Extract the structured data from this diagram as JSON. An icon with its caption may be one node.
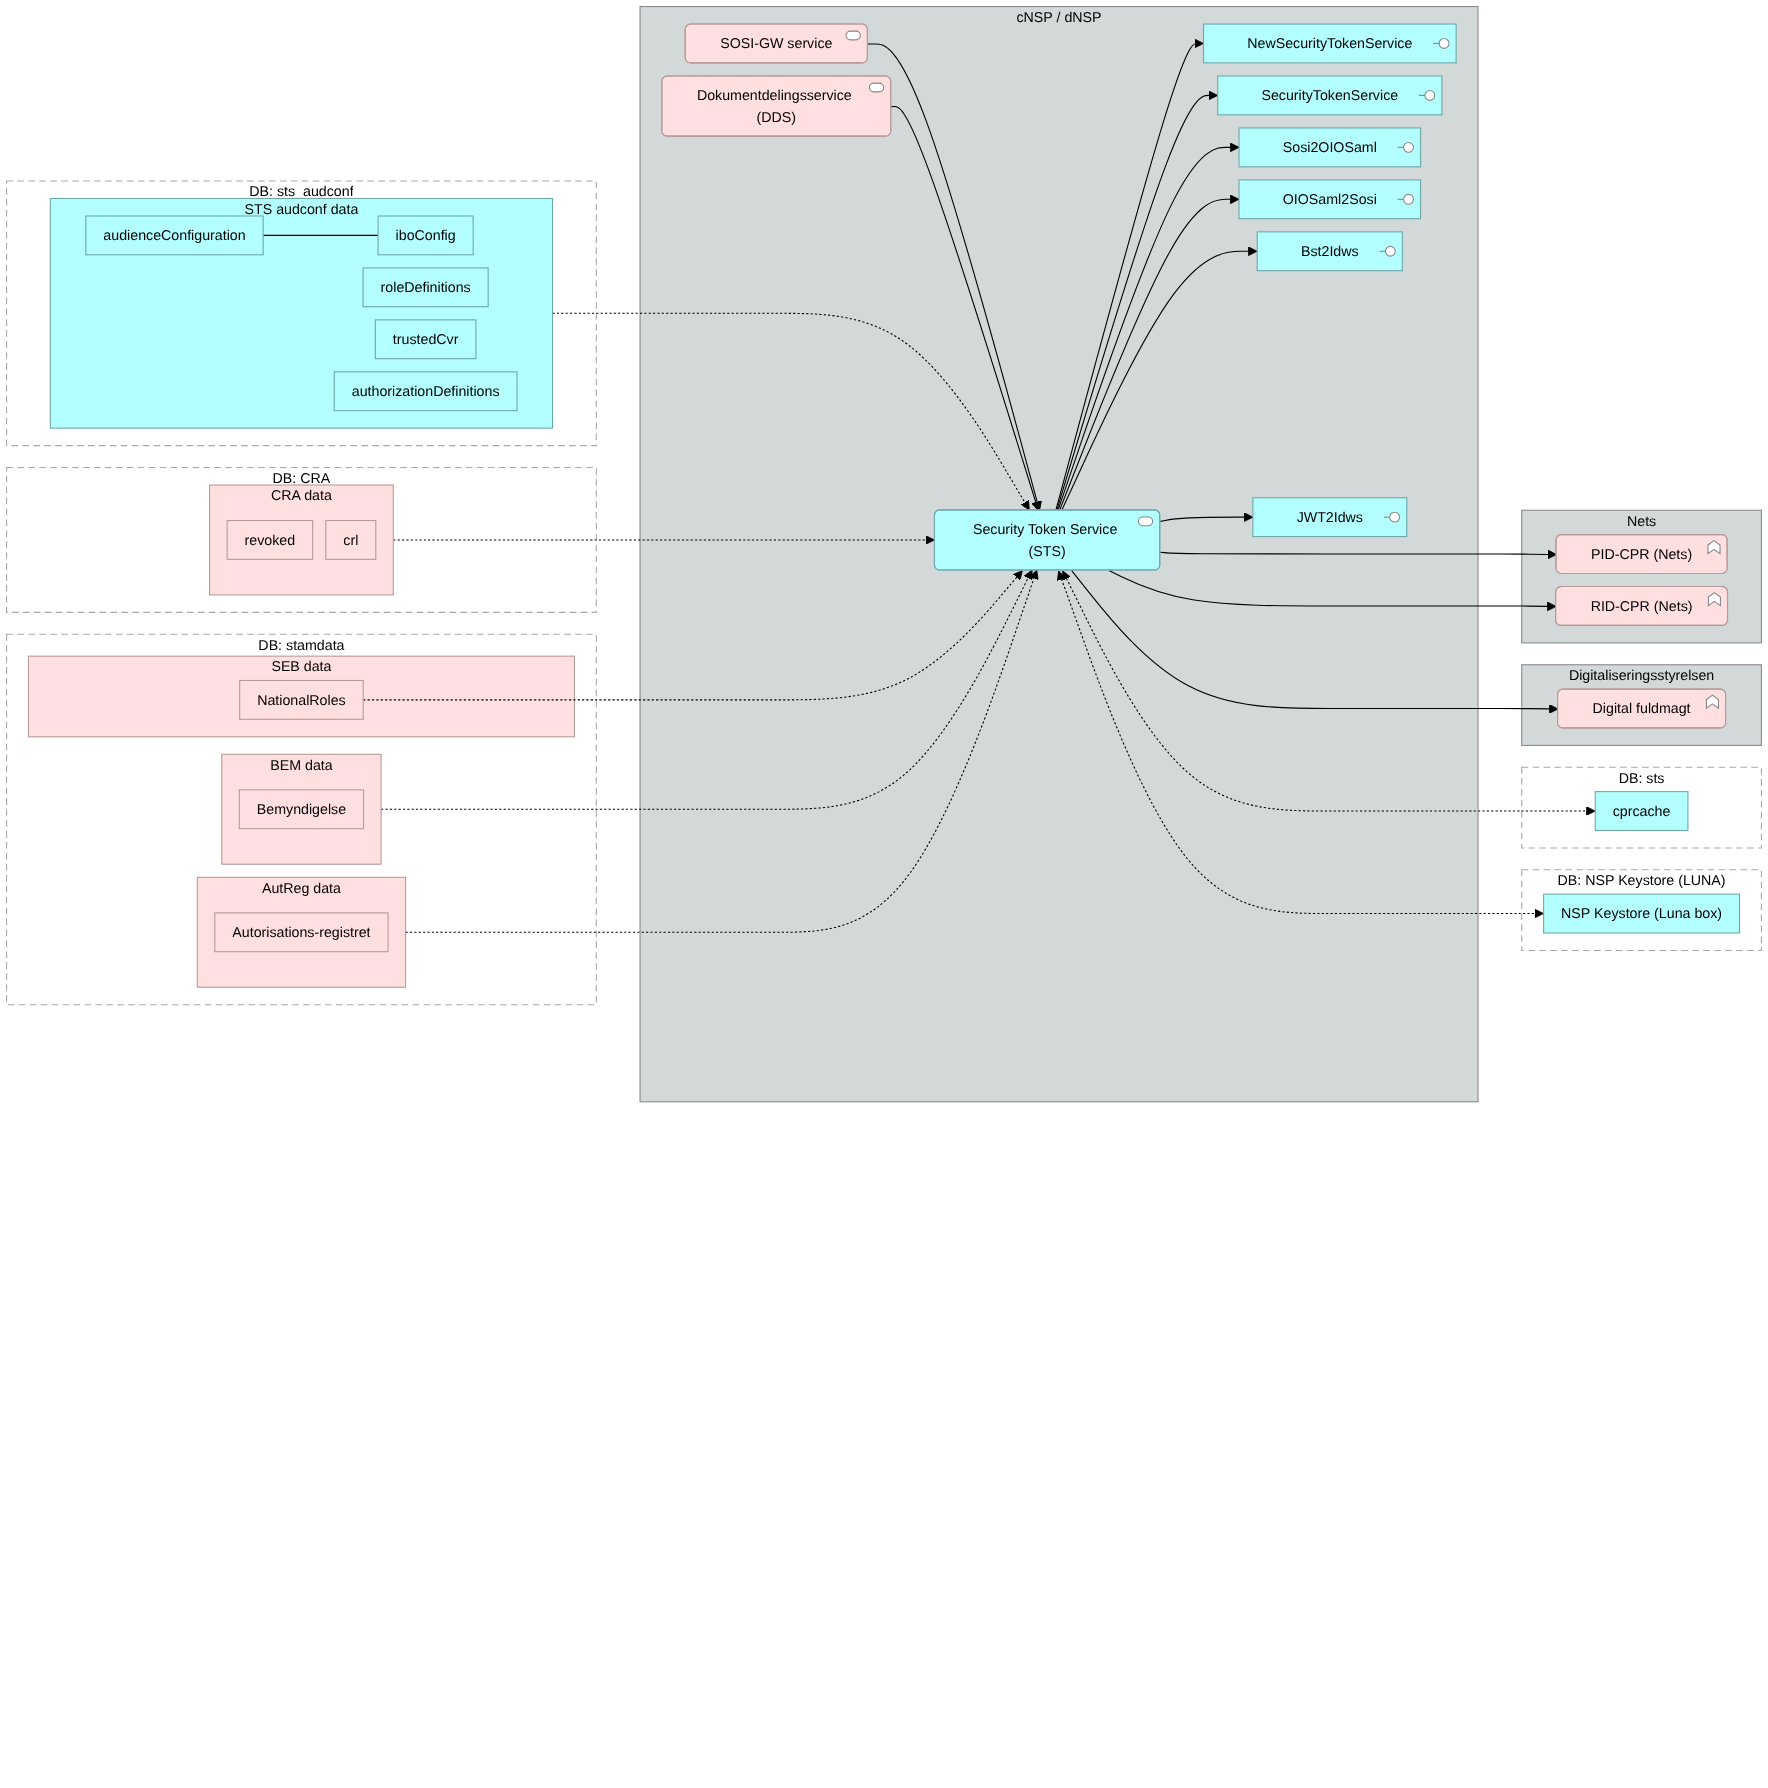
{
  "diagram": {
    "nodes": [
      {
        "text": [
          "cNSP / dNSP"
        ]
      },
      {
        "text": [
          "SOSI-GW service"
        ],
        "in": 0
      },
      {
        "text": [
          "Dokumentdelingsservice (DDS)"
        ],
        "in": 0
      },
      {
        "text": [
          "Security Token Service (STS)"
        ],
        "in": 0
      },
      {
        "text": [
          "NewSecurityTokenService"
        ],
        "in": 0
      },
      {
        "text": [
          "SecurityTokenService"
        ],
        "in": 0
      },
      {
        "text": [
          "Sosi2OIOSaml"
        ],
        "in": 0
      },
      {
        "text": [
          "OIOSaml2Sosi"
        ],
        "in": 0
      },
      {
        "text": [
          "Bst2Idws"
        ],
        "in": 0
      },
      {
        "text": [
          "JWT2Idws"
        ],
        "in": 0
      },
      {
        "text": [
          "Nets"
        ]
      },
      {
        "text": [
          "PID-CPR (Nets)"
        ],
        "in": 10
      },
      {
        "text": [
          "RID-CPR (Nets)"
        ],
        "in": 10
      },
      {
        "text": [
          "Digitaliseringsstyrelsen"
        ]
      },
      {
        "text": [
          "Digital fuldmagt"
        ],
        "in": 13
      },
      {
        "text": [
          "DB: sts"
        ]
      },
      {
        "text": [
          "cprcache"
        ],
        "in": 15
      },
      {
        "text": [
          "DB: sts_audconf"
        ]
      },
      {
        "text": [
          "STS audconf data"
        ],
        "in": 17
      },
      {
        "text": [
          "audienceConfiguration"
        ],
        "in": 18
      },
      {
        "text": [
          "iboConfig"
        ],
        "in": 18
      },
      {
        "text": [
          "roleDefinitions"
        ],
        "in": 18
      },
      {
        "text": [
          "trustedCvr"
        ],
        "in": 18
      },
      {
        "text": [
          "authorizationDefinitions"
        ],
        "in": 18
      },
      {
        "text": [
          "DB: NSP Keystore (LUNA)"
        ]
      },
      {
        "text": [
          "NSP Keystore (Luna box)"
        ],
        "in": 24
      },
      {
        "text": [
          "DB: CRA"
        ]
      },
      {
        "text": [
          "CRA data"
        ],
        "in": 26
      },
      {
        "text": [
          "revoked"
        ],
        "in": 27
      },
      {
        "text": [
          "crl"
        ],
        "in": 27
      },
      {
        "text": [
          "DB: stamdata"
        ]
      },
      {
        "text": [
          "AutReg data"
        ],
        "in": 30
      },
      {
        "text": [
          "Autorisations-registret"
        ],
        "in": 31
      },
      {
        "text": [
          "BEM data"
        ],
        "in": 30
      },
      {
        "text": [
          "Bemyndigelse"
        ],
        "in": 33
      },
      {
        "text": [
          "SEB data"
        ],
        "in": 30
      },
      {
        "text": [
          "NationalRoles"
        ],
        "in": 35
      }
    ],
    "edges": [
      {
        "from": 1,
        "to": 3,
        "arrow": "to"
      },
      {
        "from": 2,
        "to": 3,
        "arrow": "to"
      },
      {
        "from": 3,
        "to": 4,
        "arrow": "to"
      },
      {
        "from": 3,
        "to": 5,
        "arrow": "to"
      },
      {
        "from": 3,
        "to": 6,
        "arrow": "to"
      },
      {
        "from": 3,
        "to": 7,
        "arrow": "to"
      },
      {
        "from": 3,
        "to": 8,
        "arrow": "to"
      },
      {
        "from": 3,
        "to": 9,
        "arrow": "to"
      },
      {
        "from": 3,
        "to": 11,
        "arrow": "to"
      },
      {
        "from": 3,
        "to": 12,
        "arrow": "to"
      },
      {
        "from": 3,
        "to": 14,
        "arrow": "to"
      },
      {
        "from": 3,
        "to": 16,
        "arrow": "both",
        "style": "dashed"
      },
      {
        "from": 18,
        "to": 3,
        "arrow": "to",
        "style": "dashed"
      },
      {
        "from": 3,
        "to": 25,
        "arrow": "both",
        "style": "dashed"
      },
      {
        "from": 19,
        "to": 20,
        "arrow": "none"
      },
      {
        "from": 27,
        "to": 3,
        "arrow": "to",
        "style": "dashed"
      },
      {
        "from": 31,
        "to": 3,
        "arrow": "to",
        "style": "dashed"
      },
      {
        "from": 33,
        "to": 3,
        "arrow": "to",
        "style": "dashed"
      },
      {
        "from": 36,
        "to": 3,
        "arrow": "to",
        "style": "dashed"
      }
    ]
  }
}
